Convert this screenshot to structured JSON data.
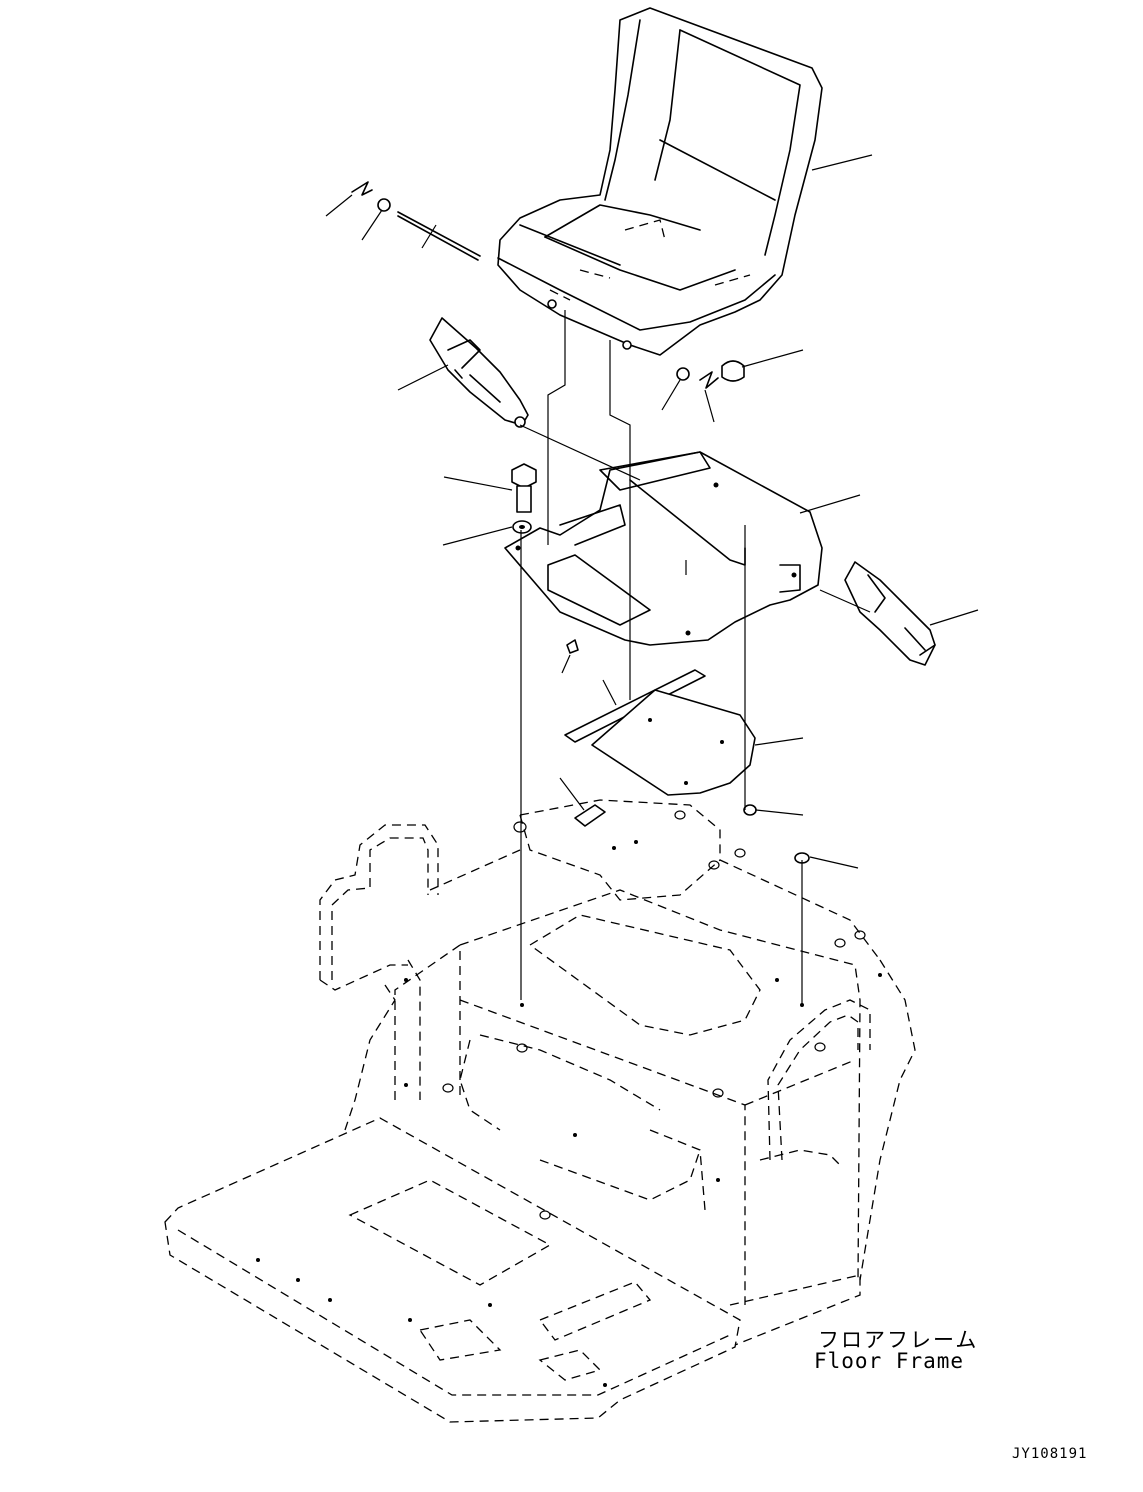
{
  "labels": {
    "floor_frame_jp": "フロアフレーム",
    "floor_frame_en": "Floor Frame",
    "drawing_id": "JY108191"
  }
}
